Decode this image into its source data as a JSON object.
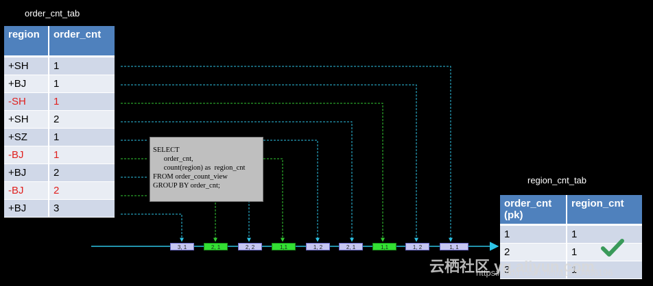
{
  "order_table": {
    "title": "order_cnt_tab",
    "headers": [
      "region",
      "order_cnt"
    ],
    "rows": [
      {
        "region": "+SH",
        "order_cnt": "1",
        "retract": false
      },
      {
        "region": "+BJ",
        "order_cnt": "1",
        "retract": false
      },
      {
        "region": "-SH",
        "order_cnt": "1",
        "retract": true
      },
      {
        "region": "+SH",
        "order_cnt": "2",
        "retract": false
      },
      {
        "region": "+SZ",
        "order_cnt": "1",
        "retract": false
      },
      {
        "region": "-BJ",
        "order_cnt": "1",
        "retract": true
      },
      {
        "region": "+BJ",
        "order_cnt": "2",
        "retract": false
      },
      {
        "region": "-BJ",
        "order_cnt": "2",
        "retract": true
      },
      {
        "region": "+BJ",
        "order_cnt": "3",
        "retract": false
      }
    ]
  },
  "sql": {
    "lines": [
      "SELECT",
      "      order_cnt,",
      "      count(region) as  region_cnt",
      "FROM order_count_view",
      "GROUP BY order_cnt;"
    ]
  },
  "stream": {
    "boxes": [
      {
        "label": "3, 1",
        "kind": "insert"
      },
      {
        "label": "2, 1",
        "kind": "retract"
      },
      {
        "label": "2, 2",
        "kind": "insert"
      },
      {
        "label": "1,1",
        "kind": "retract"
      },
      {
        "label": "1, 2",
        "kind": "insert"
      },
      {
        "label": "2, 1",
        "kind": "insert"
      },
      {
        "label": "1,1",
        "kind": "retract"
      },
      {
        "label": "1, 2",
        "kind": "insert"
      },
      {
        "label": "1, 1",
        "kind": "insert"
      }
    ]
  },
  "result_table": {
    "title": "region_cnt_tab",
    "headers": [
      "order_cnt\n(pk)",
      "region_cnt"
    ],
    "rows": [
      {
        "order_cnt": "1",
        "region_cnt": "1"
      },
      {
        "order_cnt": "2",
        "region_cnt": "1"
      },
      {
        "order_cnt": "3",
        "region_cnt": "1"
      }
    ]
  },
  "watermark": {
    "brand": "云栖社区 yq.aliyun.com",
    "url": "https://blog.csdn.net/a1240466196"
  },
  "colors": {
    "insert_line": "#2ec4e6",
    "retract_line": "#33cc33",
    "retract_text": "#e0201e",
    "header_bg": "#4f81bd",
    "check": "#3a9a5a"
  }
}
